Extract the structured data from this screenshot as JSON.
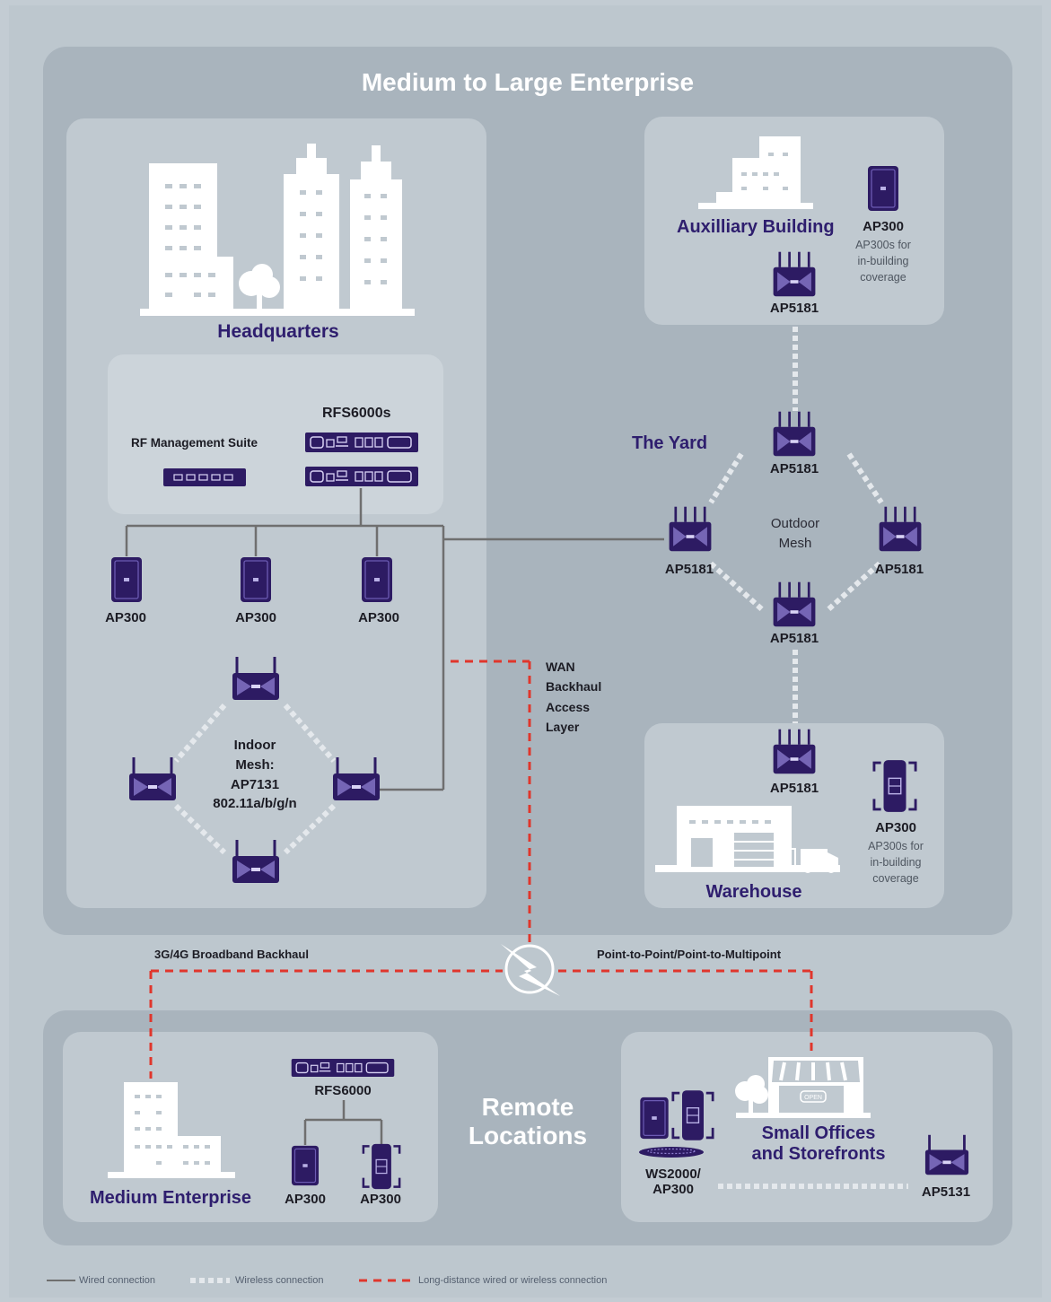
{
  "title": "Medium to Large Enterprise",
  "headquarters": {
    "label": "Headquarters",
    "rf_label": "RF Management Suite",
    "rfs_label": "RFS6000s",
    "ap_labels": [
      "AP300",
      "AP300",
      "AP300"
    ],
    "indoor_mesh_text": "Indoor\nMesh:\nAP7131\n802.11a/b/g/n"
  },
  "auxiliary": {
    "label": "Auxilliary Building",
    "ap300": "AP300",
    "ap300_note": "AP300s for\nin-building\ncoverage",
    "ap5181": "AP5181"
  },
  "yard": {
    "label": "The Yard",
    "mesh_text": "Outdoor\nMesh",
    "ap_top": "AP5181",
    "ap_left": "AP5181",
    "ap_right": "AP5181",
    "ap_bottom": "AP5181"
  },
  "warehouse": {
    "label": "Warehouse",
    "ap5181": "AP5181",
    "ap300": "AP300",
    "ap300_note": "AP300s for\nin-building\ncoverage"
  },
  "wan_text": "WAN\nBackhaul\nAccess\nLayer",
  "links": {
    "left": "3G/4G Broadband Backhaul",
    "right": "Point-to-Point/Point-to-Multipoint"
  },
  "remote": {
    "label": "Remote\nLocations",
    "medium": {
      "label": "Medium Enterprise",
      "rfs": "RFS6000",
      "ap1": "AP300",
      "ap2": "AP300"
    },
    "small": {
      "label": "Small Offices\nand Storefronts",
      "ws": "WS2000/\nAP300",
      "ap": "AP5131",
      "sign": "OPEN"
    }
  },
  "legend": [
    {
      "label": "Wired connection",
      "style": "solid",
      "color": "#6f6f6f"
    },
    {
      "label": "Wireless connection",
      "style": "dotted",
      "color": "#e4e8ec"
    },
    {
      "label": "Long-distance wired or wireless connection",
      "style": "dashed",
      "color": "#e0362c"
    }
  ],
  "colors": {
    "device": "#2d1b63",
    "device_accent": "#8e7fd0",
    "heading": "#2e1e6e",
    "wired": "#6f6f6f",
    "wireless": "#e4e8ec",
    "long_distance": "#e0362c"
  }
}
